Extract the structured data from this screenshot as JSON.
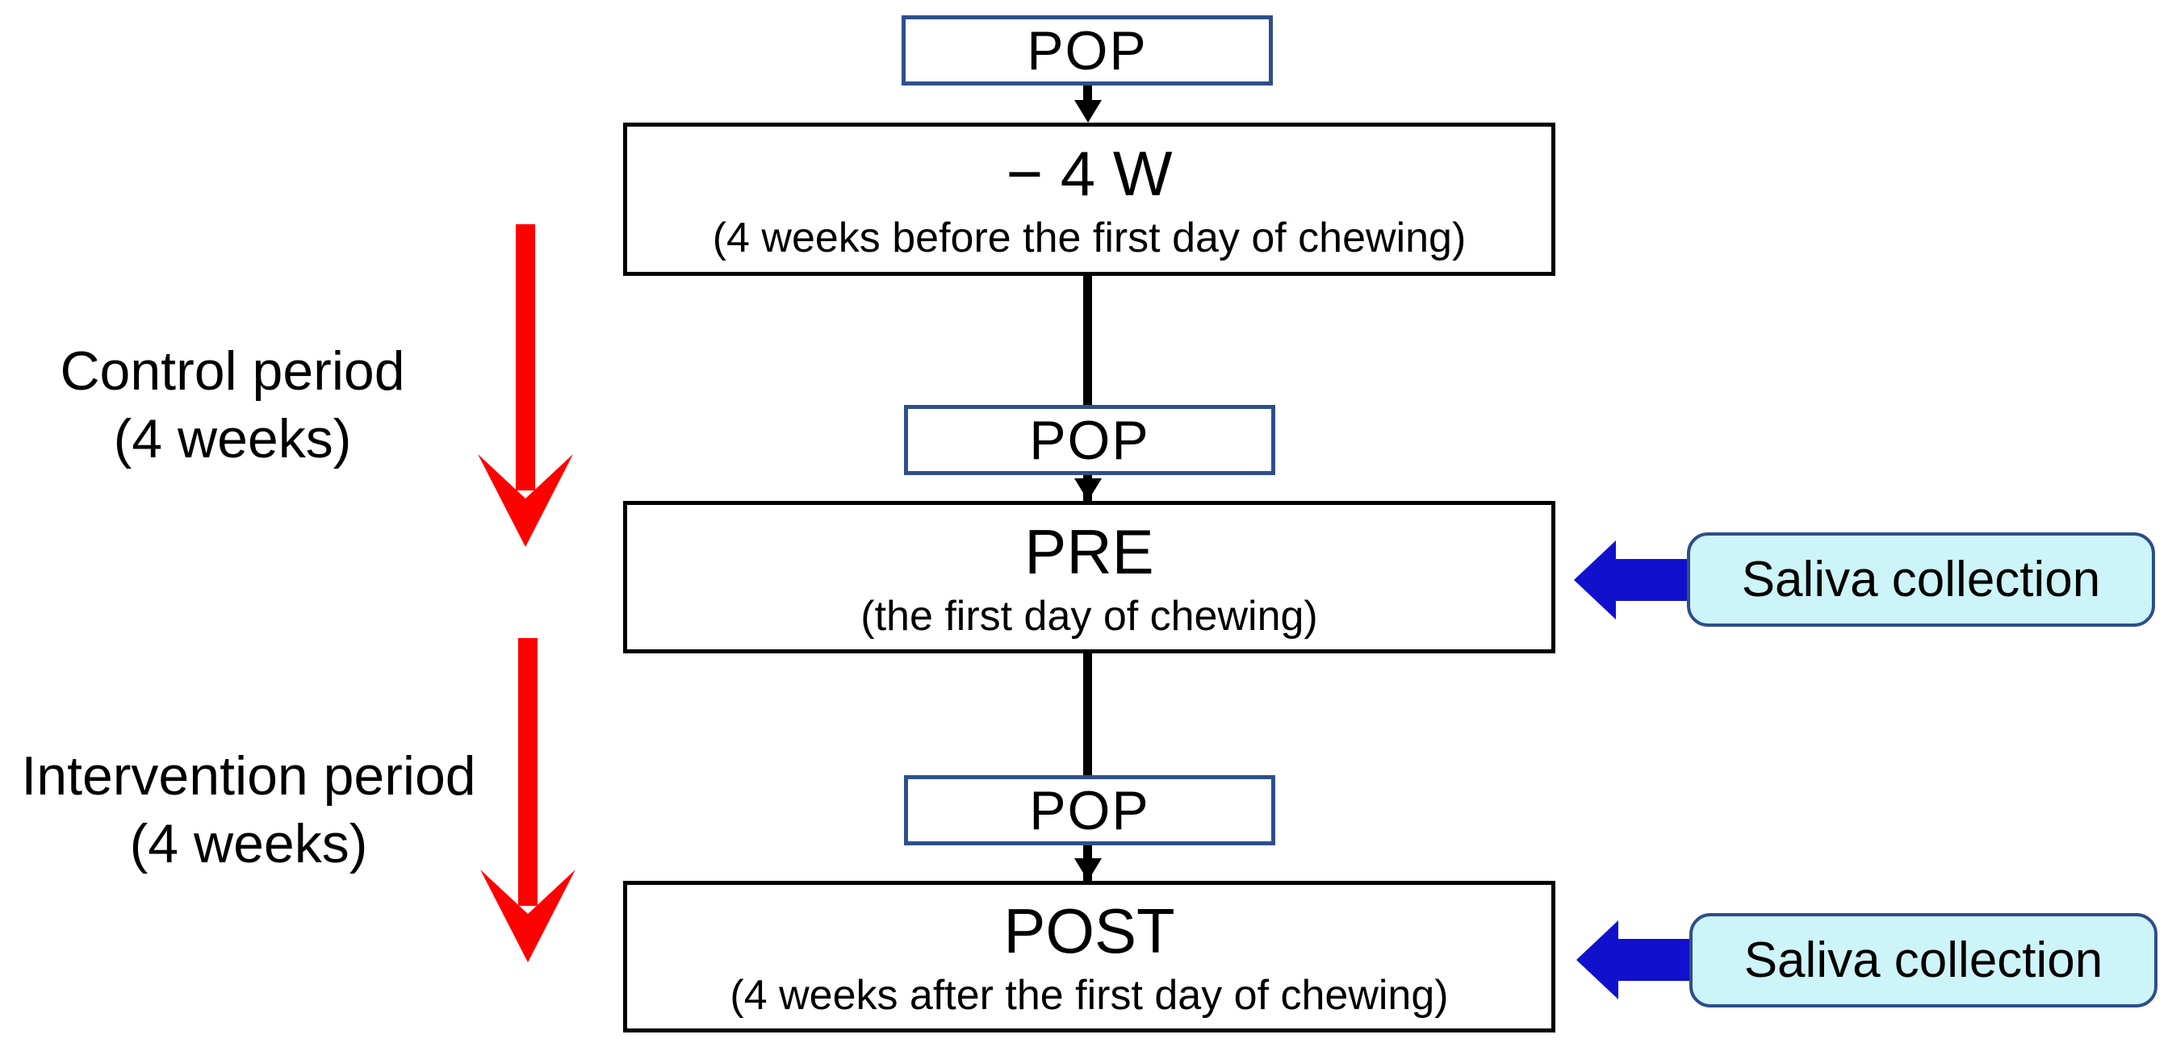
{
  "diagram": {
    "background": "#FFFFFF",
    "colors": {
      "stage_box_border": "#000000",
      "pop_box_border": "#2D508C",
      "red_arrow": "#FF0000",
      "blue_arrow": "#1111CD",
      "callout_fill": "#CDF4F9",
      "callout_border": "#2E4E8A",
      "text": "#000000"
    },
    "pop_boxes": [
      {
        "label": "POP"
      },
      {
        "label": "POP"
      },
      {
        "label": "POP"
      }
    ],
    "stage_boxes": [
      {
        "title": "− 4 W",
        "subtitle": "(4 weeks before the first day of chewing)"
      },
      {
        "title": "PRE",
        "subtitle": "(the first day of chewing)"
      },
      {
        "title": "POST",
        "subtitle": "(4 weeks after the first day of chewing)"
      }
    ],
    "period_labels": [
      {
        "line1": "Control period",
        "line2": "(4 weeks)"
      },
      {
        "line1": "Intervention period",
        "line2": "(4 weeks)"
      }
    ],
    "callouts": [
      {
        "label": "Saliva collection"
      },
      {
        "label": "Saliva collection"
      }
    ]
  }
}
